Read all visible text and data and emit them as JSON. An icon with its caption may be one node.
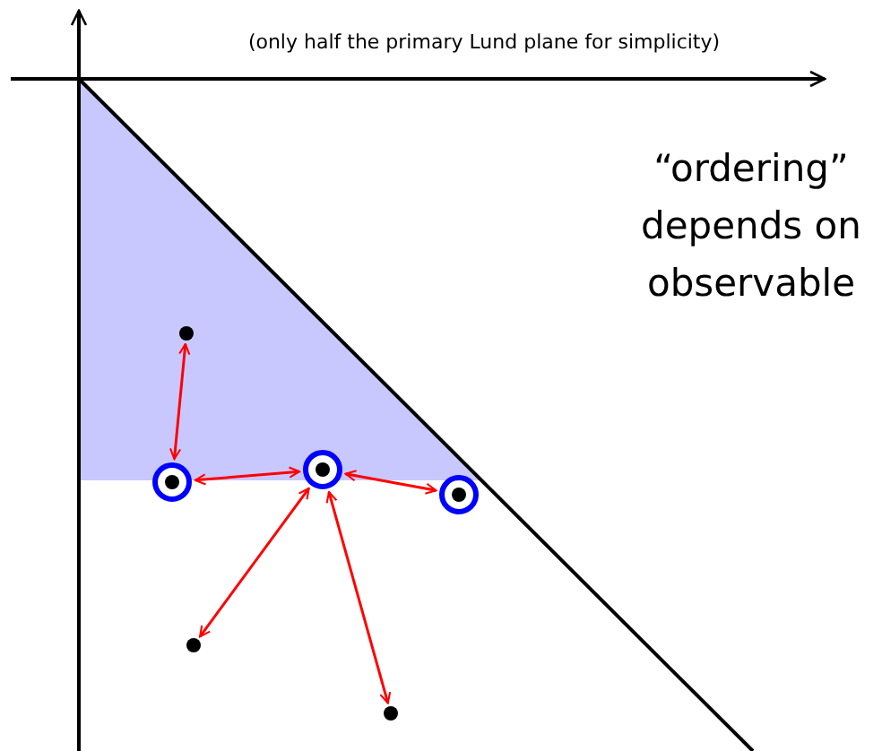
{
  "diagram": {
    "nodes": [
      {
        "text": [],
        "shape": "circle"
      },
      {
        "text": [],
        "shape": "dot"
      },
      {
        "text": [],
        "shape": "dot"
      },
      {
        "text": [],
        "shape": "circle"
      },
      {
        "text": [],
        "shape": "dot"
      },
      {
        "text": [],
        "shape": "circle"
      }
    ],
    "edges": [
      {
        "from": 1,
        "to": 0,
        "arrow": "both"
      },
      {
        "from": 0,
        "to": 3,
        "arrow": "both"
      },
      {
        "from": 3,
        "to": 5,
        "arrow": "both"
      },
      {
        "from": 3,
        "to": 2,
        "arrow": "both"
      },
      {
        "from": 3,
        "to": 4,
        "arrow": "both"
      }
    ],
    "labels": [
      "(only half the primary Lund plane for simplicity)",
      "“ordering” depends on observable"
    ]
  }
}
